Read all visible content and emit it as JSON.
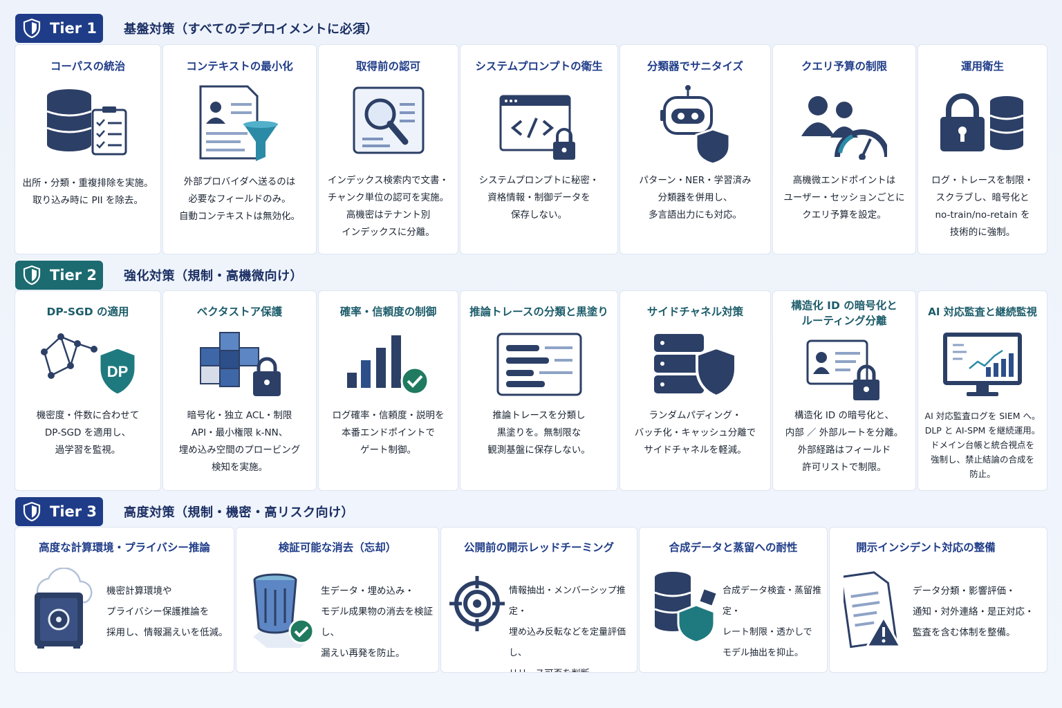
{
  "tiers": [
    {
      "label": "Tier 1",
      "title": "基盤対策（すべてのデプロイメントに必須）",
      "badge_color": "#1f3c88",
      "cards": [
        {
          "title": "コーパスの統治",
          "icon": "database-checklist-icon",
          "lines": [
            "出所・分類・重複排除を実施。",
            "取り込み時に PII を除去。"
          ]
        },
        {
          "title": "コンテキストの最小化",
          "icon": "document-funnel-icon",
          "lines": [
            "外部プロバイダへ送るのは",
            "必要なフィールドのみ。",
            "自動コンテキストは無効化。"
          ]
        },
        {
          "title": "取得前の認可",
          "icon": "magnifier-index-icon",
          "lines": [
            "インデックス検索内で文書・",
            "チャンク単位の認可を実施。",
            "高機密はテナント別",
            "インデックスに分離。"
          ]
        },
        {
          "title": "システムプロンプトの衛生",
          "icon": "code-window-lock-icon",
          "lines": [
            "システムプロンプトに秘密・",
            "資格情報・制御データを",
            "保存しない。"
          ]
        },
        {
          "title": "分類器でサニタイズ",
          "icon": "robot-shield-icon",
          "lines": [
            "パターン・NER・学習済み",
            "分類器を併用し、",
            "多言語出力にも対応。"
          ]
        },
        {
          "title": "クエリ予算の制限",
          "icon": "users-gauge-icon",
          "lines": [
            "高機微エンドポイントは",
            "ユーザー・セッションごとに",
            "クエリ予算を設定。"
          ]
        },
        {
          "title": "運用衛生",
          "icon": "lock-database-icon",
          "lines": [
            "ログ・トレースを制限・",
            "スクラブし、暗号化と",
            "no-train/no-retain を",
            "技術的に強制。"
          ]
        }
      ]
    },
    {
      "label": "Tier 2",
      "title": "強化対策（規制・高機微向け）",
      "badge_color": "#1b6b70",
      "cards": [
        {
          "title": "DP-SGD の適用",
          "icon": "network-dp-shield-icon",
          "icon_text": "DP",
          "lines": [
            "機密度・件数に合わせて",
            "DP-SGD を適用し、",
            "過学習を監視。"
          ]
        },
        {
          "title": "ベクタストア保護",
          "icon": "cubes-lock-icon",
          "lines": [
            "暗号化・独立 ACL・制限",
            "API・最小権限 k-NN、",
            "埋め込み空間のプロービング",
            "検知を実施。"
          ]
        },
        {
          "title": "確率・信頼度の制御",
          "icon": "bar-chart-check-icon",
          "lines": [
            "ログ確率・信頼度・説明を",
            "本番エンドポイントで",
            "ゲート制御。"
          ]
        },
        {
          "title": "推論トレースの分類と黒塗り",
          "icon": "redacted-document-icon",
          "lines": [
            "推論トレースを分類し",
            "黒塗りを。無制限な",
            "観測基盤に保存しない。"
          ]
        },
        {
          "title": "サイドチャネル対策",
          "icon": "server-shield-icon",
          "lines": [
            "ランダムパディング・",
            "バッチ化・キャッシュ分離で",
            "サイドチャネルを軽減。"
          ]
        },
        {
          "title": "構造化 ID の暗号化と ルーティング分離",
          "icon": "id-card-lock-icon",
          "lines": [
            "構造化 ID の暗号化と、",
            "内部 ／ 外部ルートを分離。",
            "外部経路はフィールド",
            "許可リストで制限。"
          ]
        },
        {
          "title": "AI 対応監査と継続監視",
          "icon": "monitor-dashboard-icon",
          "lines": [
            "AI 対応監査ログを SIEM へ。",
            "DLP と AI-SPM を継続運用。",
            "ドメイン台帳と統合視点を",
            "強制し、禁止結論の合成を",
            "防止。"
          ]
        }
      ]
    },
    {
      "label": "Tier 3",
      "title": "高度対策（規制・機密・高リスク向け）",
      "badge_color": "#1f3c88",
      "cards": [
        {
          "title": "高度な計算環境・プライバシー推論",
          "icon": "cloud-safe-icon",
          "lines": [
            "機密計算環境や",
            "プライバシー保護推論を",
            "採用し、情報漏えいを低減。"
          ]
        },
        {
          "title": "検証可能な消去（忘却）",
          "icon": "trash-check-icon",
          "lines": [
            "生データ・埋め込み・",
            "モデル成果物の消去を検証し、",
            "漏えい再発を防止。"
          ]
        },
        {
          "title": "公開前の開示レッドチーミング",
          "icon": "target-icon",
          "lines": [
            "情報抽出・メンバーシップ推定・",
            "埋め込み反転などを定量評価し、",
            "リリース可否を判断。"
          ]
        },
        {
          "title": "合成データと蒸留への耐性",
          "icon": "database-shield-icon",
          "lines": [
            "合成データ検査・蒸留推定・",
            "レート制限・透かしで",
            "モデル抽出を抑止。"
          ]
        },
        {
          "title": "開示インシデント対応の整備",
          "icon": "document-warning-icon",
          "lines": [
            "データ分類・影響評価・",
            "通知・対外連絡・是正対応・",
            "監査を含む体制を整備。"
          ]
        }
      ]
    }
  ]
}
